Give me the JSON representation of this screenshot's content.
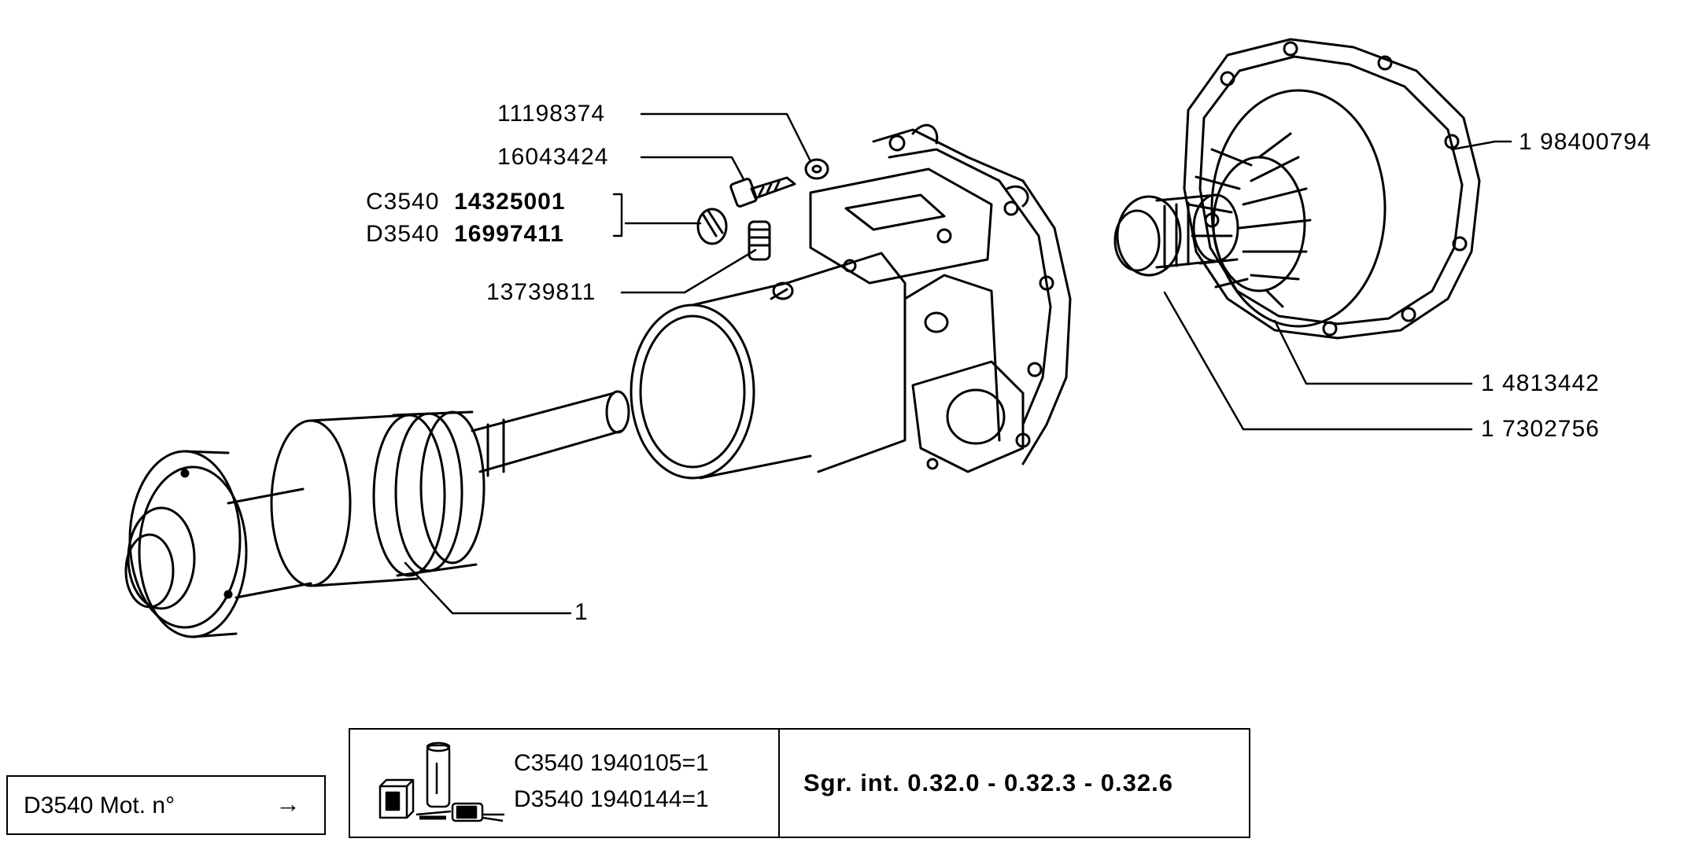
{
  "callouts": {
    "p11198374": "11198374",
    "p16043424": "16043424",
    "c3540_prefix": "C3540",
    "c3540_code": "14325001",
    "d3540_prefix": "D3540",
    "d3540_code": "16997411",
    "p13739811": "13739811",
    "p1_98400794": "1 98400794",
    "p1_4813442": "1 4813442",
    "p1_7302756": "1 7302756",
    "p1": "1"
  },
  "footer": {
    "motor_label": "D3540 Mot. n°",
    "arrow": "→",
    "kit_line1_prefix": "C3540",
    "kit_line1_code": "1940105=1",
    "kit_line2_prefix": "D3540",
    "kit_line2_code": "1940144=1",
    "group_info": "Sgr. int. 0.32.0 - 0.32.3 - 0.32.6"
  },
  "icons": {
    "kit_icon": "parts-kit-icon"
  }
}
